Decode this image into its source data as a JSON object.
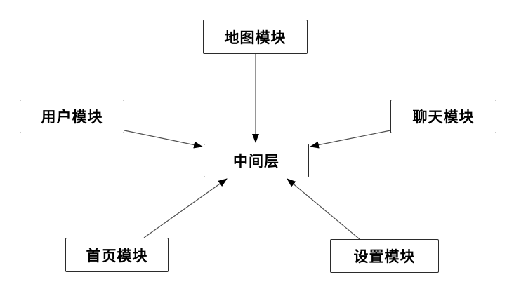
{
  "diagram": {
    "nodes": [
      {
        "id": "map",
        "label": "地图模块"
      },
      {
        "id": "user",
        "label": "用户模块"
      },
      {
        "id": "chat",
        "label": "聊天模块"
      },
      {
        "id": "center",
        "label": "中间层"
      },
      {
        "id": "home",
        "label": "首页模块"
      },
      {
        "id": "settings",
        "label": "设置模块"
      }
    ],
    "edges": [
      {
        "from": "地图模块",
        "to": "中间层"
      },
      {
        "from": "用户模块",
        "to": "中间层"
      },
      {
        "from": "聊天模块",
        "to": "中间层"
      },
      {
        "from": "首页模块",
        "to": "中间层"
      },
      {
        "from": "设置模块",
        "to": "中间层"
      }
    ],
    "colors": {
      "background": "#ffffff",
      "box_fill": "#ffffff",
      "box_border": "#2b2b2b",
      "line": "#4f4f4f",
      "arrowhead": "#000000",
      "text": "#000000"
    }
  }
}
